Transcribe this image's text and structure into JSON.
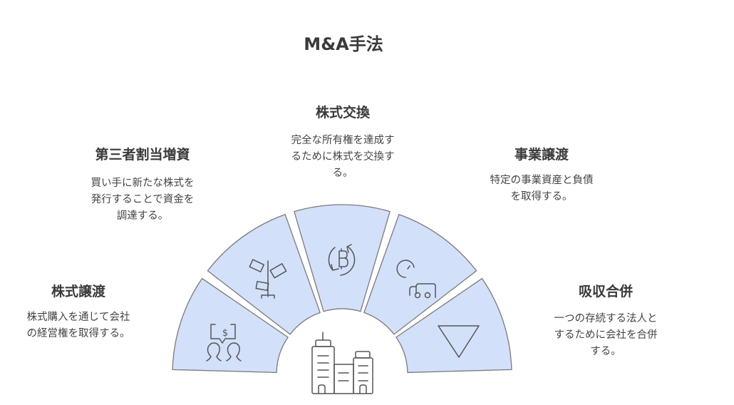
{
  "title": "M&A手法",
  "methods": [
    {
      "name": "株式譲渡",
      "desc": [
        "株式購入を通じて会社",
        "の経営権を取得する。"
      ],
      "icon": "people-money-chat-icon"
    },
    {
      "name": "第三者割当増資",
      "desc": [
        "買い手に新たな株式を",
        "発行することで資金を",
        "調達する。"
      ],
      "icon": "money-plant-icon"
    },
    {
      "name": "株式交換",
      "desc": [
        "完全な所有権を達成す",
        "るために株式を交換す",
        "る。"
      ],
      "icon": "bitcoin-exchange-icon"
    },
    {
      "name": "事業譲渡",
      "desc": [
        "特定の事業資産と負債",
        "を取得する。"
      ],
      "icon": "asset-transfer-icon"
    },
    {
      "name": "吸収合併",
      "desc": [
        "一つの存続する法人と",
        "するために会社を合併",
        "する。"
      ],
      "icon": "triangle-down-icon"
    }
  ],
  "center_icon": "office-buildings-icon",
  "colors": {
    "segment_fill": "#d3e0fa",
    "segment_stroke": "#7a7a7a",
    "icon_stroke": "#555555"
  }
}
